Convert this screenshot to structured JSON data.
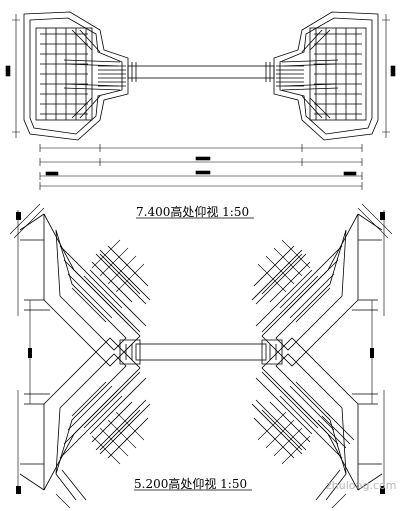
{
  "captions": {
    "upper": "7.400高处仰视 1:50",
    "lower": "5.200高处仰视 1:50"
  },
  "watermark": "zhulong.com",
  "colors": {
    "ink": "#000000",
    "background": "#ffffff",
    "watermark": "#b9b9b9"
  }
}
